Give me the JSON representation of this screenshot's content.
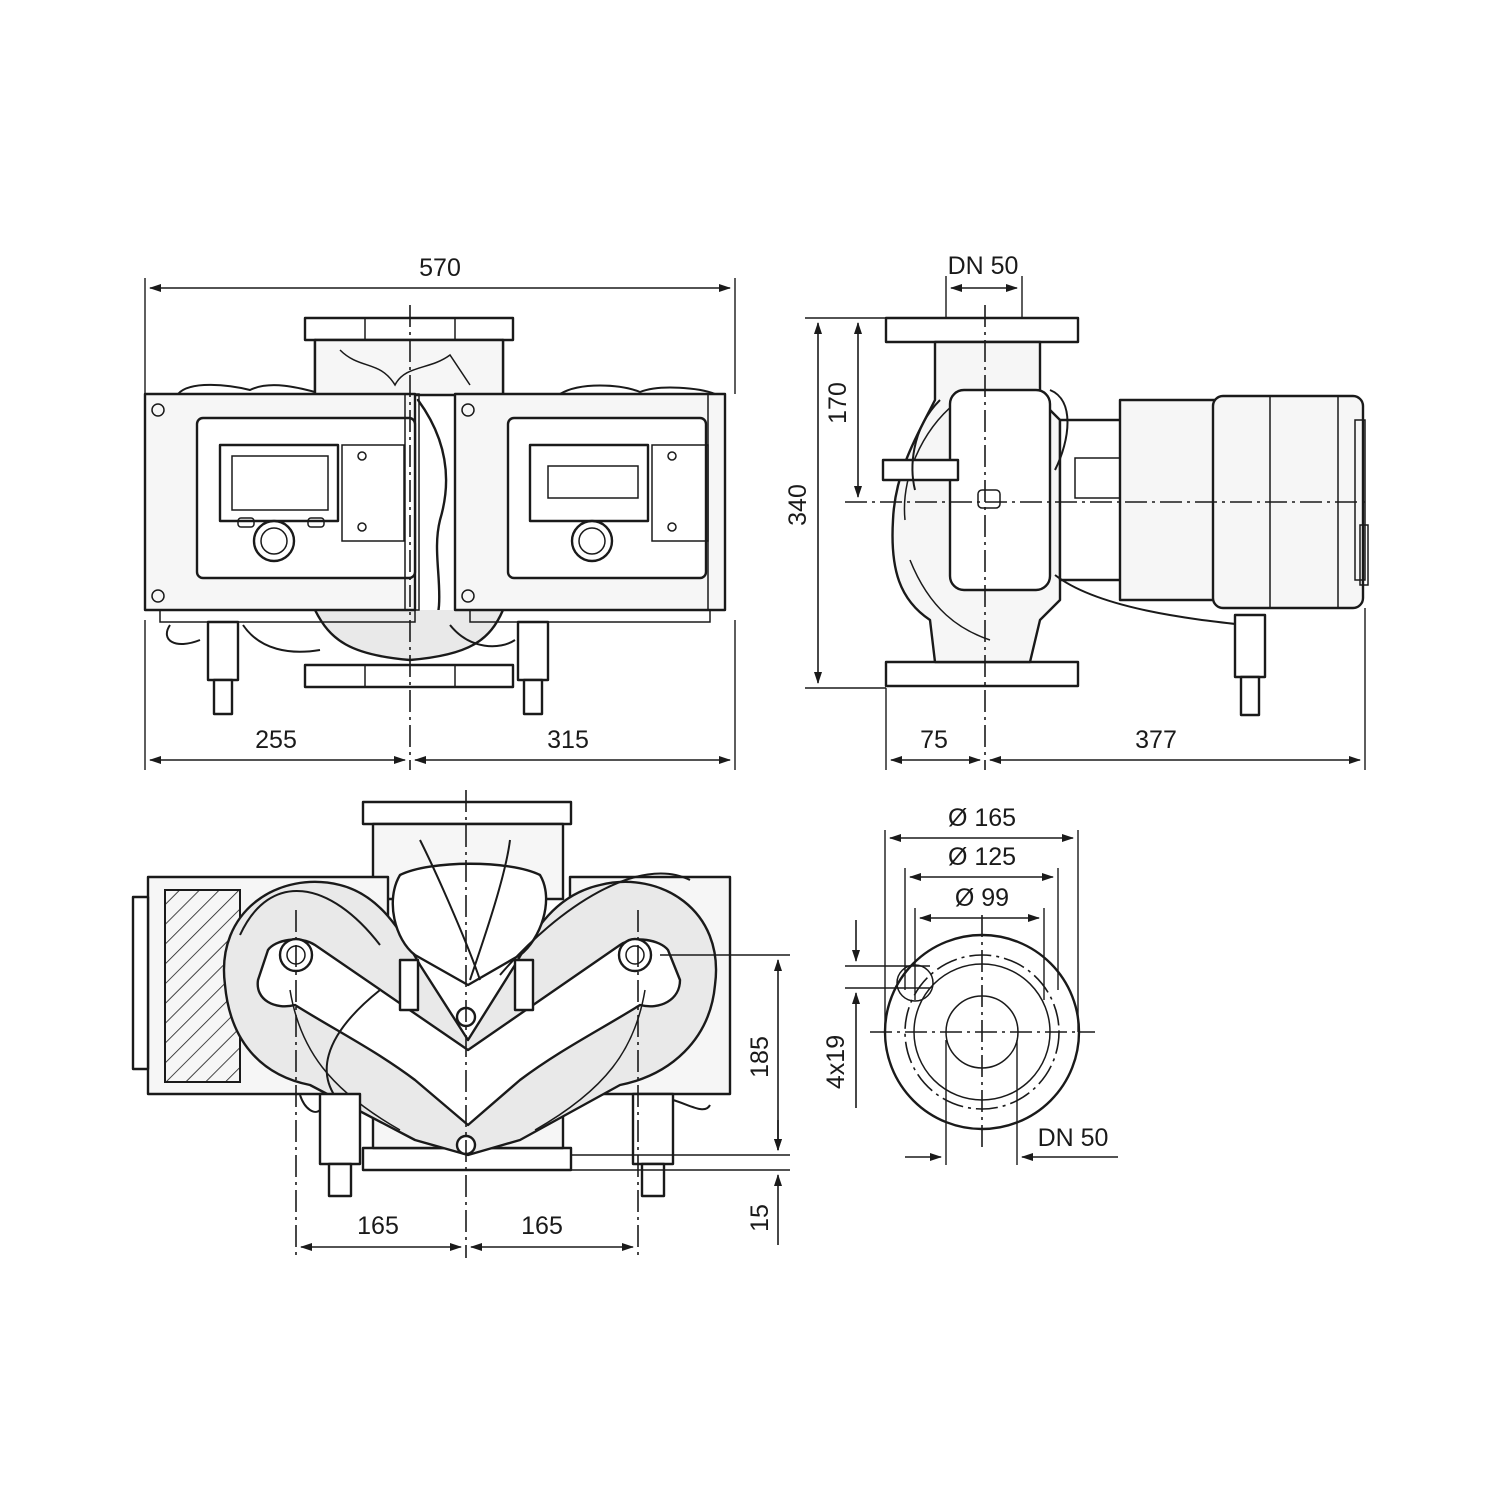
{
  "views": {
    "front": {
      "overall_width": "570",
      "left_offset": "255",
      "right_offset": "315"
    },
    "side": {
      "flange_size": "DN 50",
      "half_height": "170",
      "total_height": "340",
      "flange_offset": "75",
      "motor_length": "377"
    },
    "top": {
      "left_spacing": "165",
      "right_spacing": "165",
      "port_height": "185",
      "base_offset": "15"
    },
    "flange": {
      "outer_diameter": "Ø 165",
      "bolt_circle_diameter": "Ø 125",
      "raised_face_diameter": "Ø 99",
      "bolt_holes": "4x19",
      "nominal_size": "DN 50"
    }
  }
}
